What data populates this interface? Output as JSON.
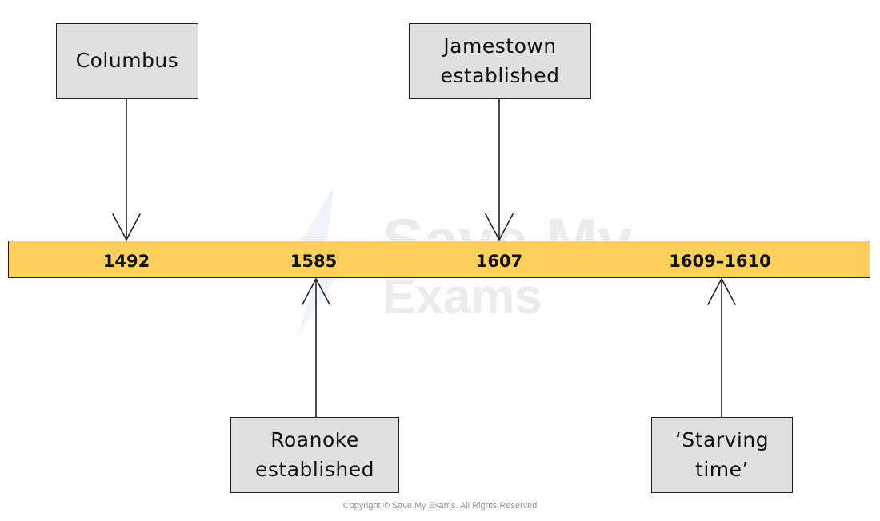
{
  "timeline": {
    "bar_color": "#fecf5b",
    "box_color": "#e0e0e0",
    "events": [
      {
        "year": "1492",
        "label": "Columbus"
      },
      {
        "year": "1585",
        "label": "Roanoke\nestablished"
      },
      {
        "year": "1607",
        "label": "Jamestown\nestablished"
      },
      {
        "year": "1609–1610",
        "label": "‘Starving\ntime’"
      }
    ]
  },
  "watermark": {
    "line1": "Save My",
    "line2": "Exams"
  },
  "footer": {
    "copyright": "Copyright © Save My Exams. All Rights Reserved"
  }
}
